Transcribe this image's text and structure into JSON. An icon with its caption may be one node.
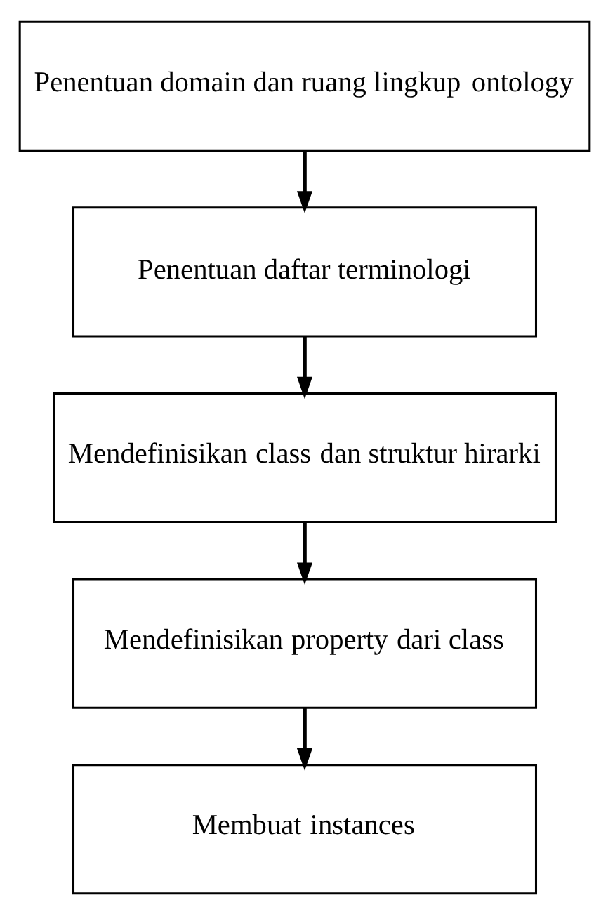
{
  "diagram": {
    "nodes": [
      {
        "text": [
          "Penentuan domain dan ruang lingkup *ontology*"
        ]
      },
      {
        "text": [
          "Penentuan daftar terminologi"
        ]
      },
      {
        "text": [
          "Mendefinisikan *class* dan struktur hirarki"
        ]
      },
      {
        "text": [
          "Mendefinisikan *property* dari *class*"
        ]
      },
      {
        "text": [
          "Membuat *instances*"
        ]
      }
    ],
    "edges": [
      {
        "from": 0,
        "to": 1,
        "arrow": "to"
      },
      {
        "from": 1,
        "to": 2,
        "arrow": "to"
      },
      {
        "from": 2,
        "to": 3,
        "arrow": "to"
      },
      {
        "from": 3,
        "to": 4,
        "arrow": "to"
      }
    ]
  }
}
